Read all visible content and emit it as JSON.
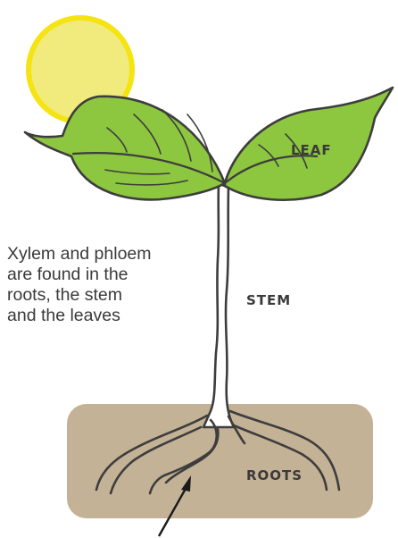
{
  "labels": {
    "leaf": "LEAF",
    "stem": "STEM",
    "roots": "ROOTS"
  },
  "caption": {
    "lines": [
      "Xylem and phloem",
      "are found in the",
      "roots, the stem",
      "and the leaves"
    ]
  },
  "colors": {
    "sun_fill": "#f1eb7e",
    "sun_outline": "#f5e312",
    "leaf_fill": "#8dc63f",
    "outline": "#3d3d3d",
    "soil": "#c4b296",
    "stem_fill": "#ffffff",
    "text": "#3a3a3a"
  }
}
